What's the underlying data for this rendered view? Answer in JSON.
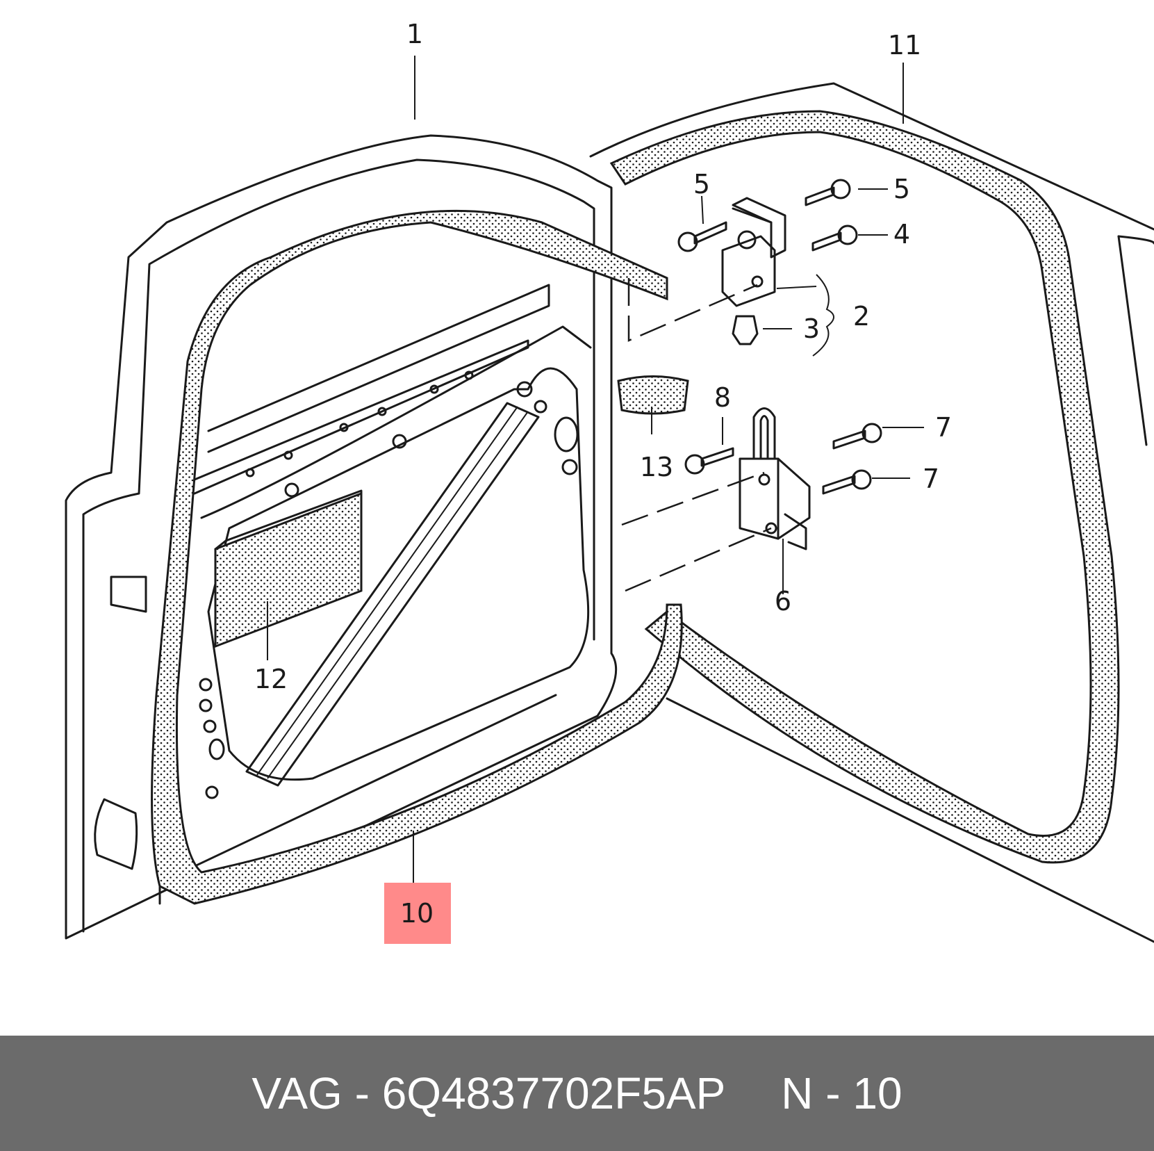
{
  "callouts": [
    {
      "id": "1",
      "label": "1"
    },
    {
      "id": "2",
      "label": "2"
    },
    {
      "id": "3",
      "label": "3"
    },
    {
      "id": "4",
      "label": "4"
    },
    {
      "id": "5a",
      "label": "5"
    },
    {
      "id": "5b",
      "label": "5"
    },
    {
      "id": "6",
      "label": "6"
    },
    {
      "id": "7a",
      "label": "7"
    },
    {
      "id": "7b",
      "label": "7"
    },
    {
      "id": "8",
      "label": "8"
    },
    {
      "id": "10",
      "label": "10"
    },
    {
      "id": "11",
      "label": "11"
    },
    {
      "id": "12",
      "label": "12"
    },
    {
      "id": "13",
      "label": "13"
    }
  ],
  "highlight": {
    "label": "10",
    "color": "#ff8a8a"
  },
  "footer": {
    "part": "VAG - 6Q4837702F5AP",
    "ref": "N - 10"
  },
  "colors": {
    "footer_bg": "#6b6b6b",
    "line": "#1a1a1a"
  }
}
